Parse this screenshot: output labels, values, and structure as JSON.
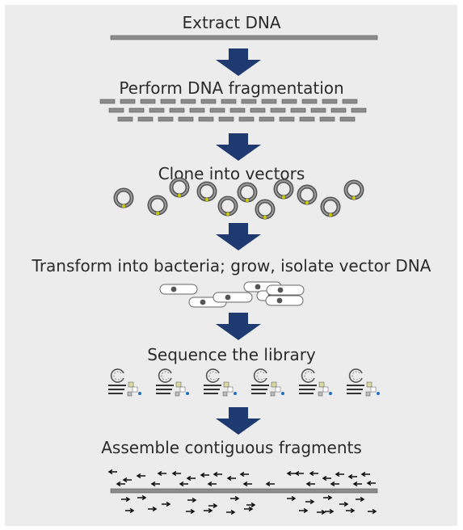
{
  "steps": [
    {
      "label": "Extract DNA"
    },
    {
      "label": "Perform DNA fragmentation"
    },
    {
      "label": "Clone into vectors"
    },
    {
      "label": "Transform into bacteria; grow, isolate vector DNA"
    },
    {
      "label": "Sequence the library"
    },
    {
      "label": "Assemble contiguous fragments"
    }
  ],
  "colors": {
    "background": "#ececec",
    "arrow": "#1f3a70",
    "dna": "#8c8c8c",
    "plasmid_insert": "#c8c800",
    "sequencer_accent": "#1e6fc0"
  },
  "sequence_icon_count": 6
}
